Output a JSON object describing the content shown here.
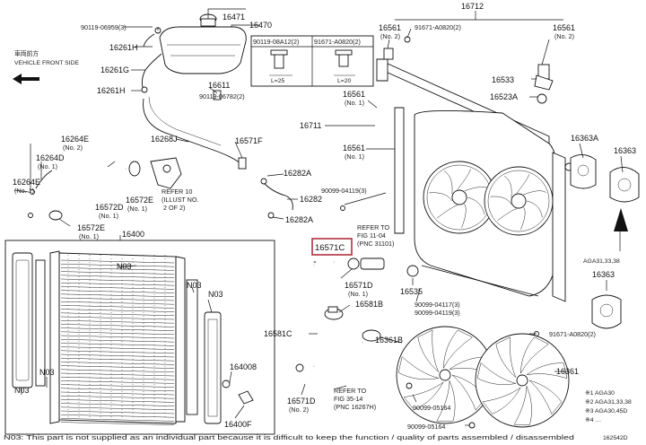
{
  "vehicle_front": {
    "jp": "車両前方",
    "en": "VEHICLE FRONT SIDE"
  },
  "parts": {
    "p16471": "16471",
    "p16470": "16470",
    "p16712": "16712",
    "p90119_06959": "90119-06959(3)",
    "p16261h_a": "16261H",
    "p16261g": "16261G",
    "p16261h_b": "16261H",
    "p16611": "16611",
    "p90119_06782": "90119-06782(2)",
    "p16268j": "16268J",
    "p16571f": "16571F",
    "p16264e_a": "16264E",
    "p16264e_a_sub": "(No. 2)",
    "p16264d": "16264D",
    "p16264d_sub": "(No. 1)",
    "p16264e_b": "16264E",
    "p16264e_b_sub": "(No. 1)",
    "p16572d": "16572D",
    "p16572d_sub": "(No. 1)",
    "p16572e_a": "16572E",
    "p16572e_a_sub": "(No. 1)",
    "p16572e_b": "16572E",
    "p16572e_b_sub": "(No. 1)",
    "refer10_a": "REFER 10",
    "refer10_b": "(ILLUST NO.",
    "refer10_c": "2 OF 2)",
    "p16282a_a": "16282A",
    "p16282": "16282",
    "p16282a_b": "16282A",
    "p16400": "16400",
    "p16571c": "16571C",
    "refer_fig_a": "REFER TO",
    "refer_fig_b": "FIG 11-04",
    "refer_fig_c": "(PNC 31101)",
    "p16571d_a": "16571D",
    "p16571d_a_sub": "(No. 1)",
    "p16581b": "16581B",
    "p16581c": "16581C",
    "p16361b": "16361B",
    "p164008": "164008",
    "p16571d_b": "16571D",
    "p16571d_b_sub": "(No. 2)",
    "refer35_a": "REFER TO",
    "refer35_b": "FIG 35-14",
    "refer35_c": "(PNC 16267H)",
    "p16400f": "16400F",
    "n03_a": "N03",
    "n03_b": "N03",
    "n03_c": "N03",
    "n03_d": "N03",
    "n03_e": "N03",
    "p16561_a": "16561",
    "p16561_a_sub": "(No. 2)",
    "p91671_a": "91671-A0820(2)",
    "p16561_b": "16561",
    "p16561_b_sub": "(No. 2)",
    "p16533": "16533",
    "p16523a": "16523A",
    "p16561_c": "16561",
    "p16561_c_sub": "(No. 1)",
    "p16711": "16711",
    "p16561_d": "16561",
    "p16561_d_sub": "(No. 1)",
    "p16363a": "16363A",
    "p16363_a": "16363",
    "p90099_04119": "90099-04119(3)",
    "p16535": "16535",
    "p90099_04117": "90099-04117(3)",
    "p90099_04119b": "90099-04119(3)",
    "aga_ref": "AGA31,33,38",
    "p16363_b": "16363",
    "p91671_b": "91671-A0820(2)",
    "p16361": "16361",
    "p90099_05164_a": "90099-05164",
    "p90099_05164_b": "90099-05164",
    "box1_code": "90119-08A12(2)",
    "box1_dim": "L=25",
    "box2_code": "91671-A0820(2)",
    "box2_dim": "L=20"
  },
  "legend": {
    "l1": "※1 AGA30",
    "l2": "※2 AGA31,33,38",
    "l3": "※3 AGA30,45D",
    "l4": "※4 …",
    "code": "162542D"
  },
  "footnote": "N03: This part is not supplied as an individual part because it is difficult to keep the function / quality of parts assembled / disassembled"
}
